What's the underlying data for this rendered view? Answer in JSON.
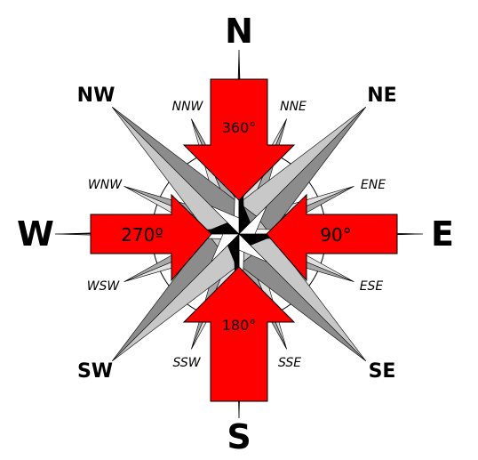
{
  "labels": {
    "north": "N",
    "south": "S",
    "east": "E",
    "west": "W",
    "northeast": "NE",
    "northwest": "NW",
    "southeast": "SE",
    "southwest": "SW",
    "nne": "NNE",
    "nnw": "NNW",
    "ene": "ENE",
    "wnw": "WNW",
    "ese": "ESE",
    "wsw": "WSW",
    "sse": "SSE",
    "ssw": "SSW"
  },
  "degrees": {
    "north": "360°",
    "east": "90°",
    "south": "180°",
    "west": "270º"
  },
  "colors": {
    "arrow_fill": "#ff0000",
    "diagonal_light": "#c8c8c8",
    "diagonal_dark": "#8c8c8c",
    "minor_light": "#e0e0e0",
    "minor_dark": "#a8a8a8",
    "center_dark": "#000000",
    "center_light": "#ffffff",
    "outline": "#000000"
  }
}
